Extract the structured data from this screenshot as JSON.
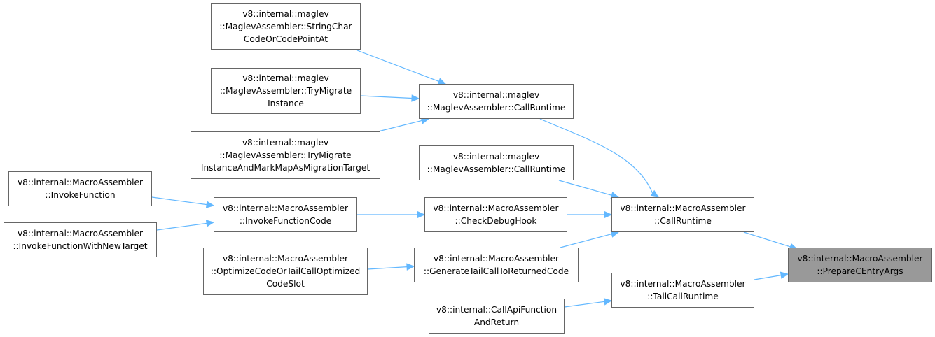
{
  "graph": {
    "edge_color": "#63b8ff",
    "nodes": [
      {
        "id": "n0",
        "lines": [
          "v8::internal::MacroAssembler",
          "::PrepareCEntryArgs"
        ],
        "root": true
      },
      {
        "id": "n1",
        "lines": [
          "v8::internal::MacroAssembler",
          "::CallRuntime"
        ]
      },
      {
        "id": "n2",
        "lines": [
          "v8::internal::MacroAssembler",
          "::TailCallRuntime"
        ]
      },
      {
        "id": "n3",
        "lines": [
          "v8::internal::maglev",
          "::MaglevAssembler::CallRuntime"
        ]
      },
      {
        "id": "n4",
        "lines": [
          "v8::internal::maglev",
          "::MaglevAssembler::CallRuntime"
        ]
      },
      {
        "id": "n5",
        "lines": [
          "v8::internal::MacroAssembler",
          "::CheckDebugHook"
        ]
      },
      {
        "id": "n6",
        "lines": [
          "v8::internal::MacroAssembler",
          "::GenerateTailCallToReturnedCode"
        ]
      },
      {
        "id": "n7",
        "lines": [
          "v8::internal::CallApiFunction",
          "AndReturn"
        ]
      },
      {
        "id": "n8",
        "lines": [
          "v8::internal::maglev",
          "::MaglevAssembler::StringChar",
          "CodeOrCodePointAt"
        ]
      },
      {
        "id": "n9",
        "lines": [
          "v8::internal::maglev",
          "::MaglevAssembler::TryMigrate",
          "Instance"
        ]
      },
      {
        "id": "n10",
        "lines": [
          "v8::internal::maglev",
          "::MaglevAssembler::TryMigrate",
          "InstanceAndMarkMapAsMigrationTarget"
        ]
      },
      {
        "id": "n11",
        "lines": [
          "v8::internal::MacroAssembler",
          "::InvokeFunctionCode"
        ]
      },
      {
        "id": "n12",
        "lines": [
          "v8::internal::MacroAssembler",
          "::OptimizeCodeOrTailCallOptimized",
          "CodeSlot"
        ]
      },
      {
        "id": "n13",
        "lines": [
          "v8::internal::MacroAssembler",
          "::InvokeFunction"
        ]
      },
      {
        "id": "n14",
        "lines": [
          "v8::internal::MacroAssembler",
          "::InvokeFunctionWithNewTarget"
        ]
      }
    ],
    "edges": [
      {
        "from": "n1",
        "to": "n0"
      },
      {
        "from": "n2",
        "to": "n0"
      },
      {
        "from": "n3",
        "to": "n1"
      },
      {
        "from": "n4",
        "to": "n1"
      },
      {
        "from": "n5",
        "to": "n1"
      },
      {
        "from": "n6",
        "to": "n1"
      },
      {
        "from": "n7",
        "to": "n2"
      },
      {
        "from": "n8",
        "to": "n3"
      },
      {
        "from": "n9",
        "to": "n3"
      },
      {
        "from": "n10",
        "to": "n3"
      },
      {
        "from": "n11",
        "to": "n5"
      },
      {
        "from": "n12",
        "to": "n6"
      },
      {
        "from": "n13",
        "to": "n11"
      },
      {
        "from": "n14",
        "to": "n11"
      }
    ]
  }
}
